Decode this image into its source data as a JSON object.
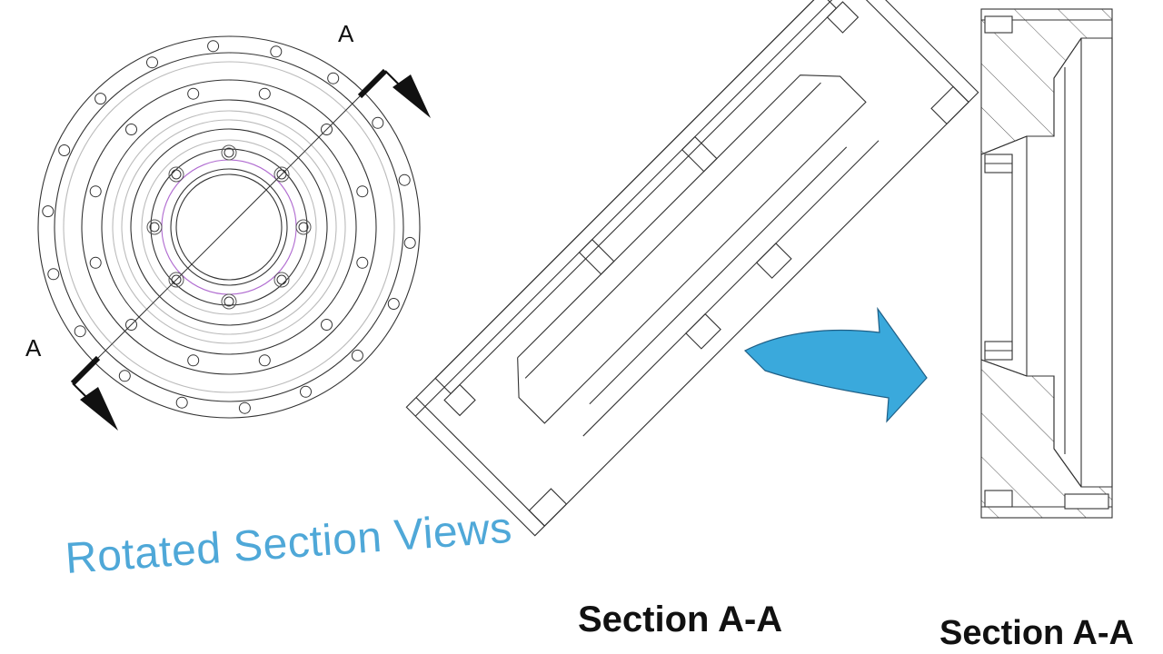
{
  "labels": {
    "cut_start": "A",
    "cut_end": "A",
    "title": "Rotated Section Views",
    "caption_rotated": "Section A-A",
    "caption_aligned": "Section A-A"
  },
  "colors": {
    "title": "#4fa8d8",
    "arrow_fill": "#3aa9dc",
    "arrow_stroke": "#1f5f86",
    "line": "#333333",
    "bolt_circle": "#b06bd0"
  },
  "icons": {
    "rotate_arrow": "curved-arrow-icon",
    "cut_arrow": "triangle-arrow-icon"
  }
}
